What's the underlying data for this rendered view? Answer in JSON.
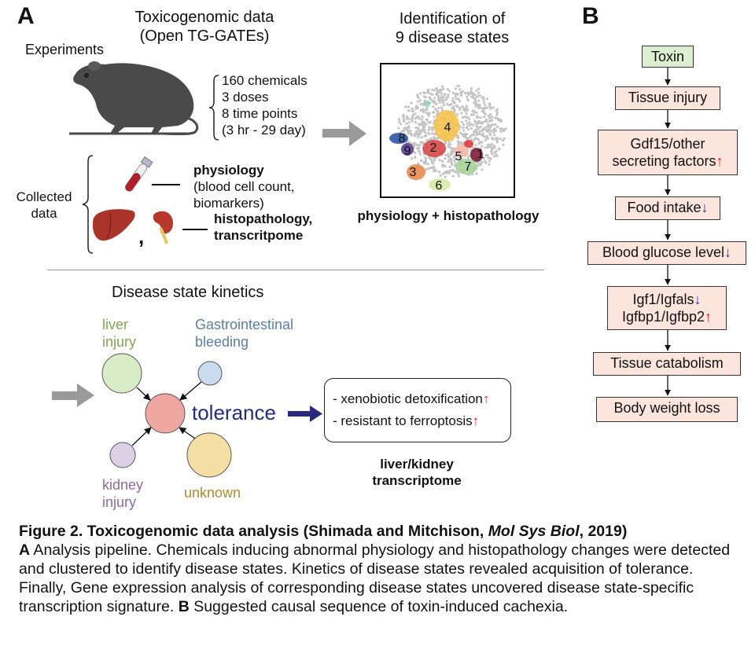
{
  "panel_a": {
    "label": "A",
    "toxico_title_line1": "Toxicogenomic data",
    "toxico_title_line2": "(Open TG-GATEs)",
    "experiments_label": "Experiments",
    "experiment_details": [
      "160 chemicals",
      "3 doses",
      "8 time points",
      "(3 hr - 29 day)"
    ],
    "collected_label_line1": "Collected",
    "collected_label_line2": "data",
    "physiology_title": "physiology",
    "physiology_detail_line1": "(blood cell count,",
    "physiology_detail_line2": "biomarkers)",
    "comma": ",",
    "histo_line1": "histopathology,",
    "histo_line2": "transcritpome",
    "ident_title_line1": "Identification of",
    "ident_title_line2": "9 disease states",
    "ident_caption": "physiology + histopathology",
    "cluster_labels": [
      "1",
      "2",
      "3",
      "4",
      "5",
      "6",
      "7",
      "8",
      "9"
    ],
    "kinetics_title": "Disease state kinetics",
    "liver_injury_line1": "liver",
    "liver_injury_line2": "injury",
    "gi_line1": "Gastrointestinal",
    "gi_line2": "bleeding",
    "kidney_line1": "kidney",
    "kidney_line2": "injury",
    "unknown_label": "unknown",
    "tolerance_label": "tolerance",
    "outcome_item1": "- xenobiotic detoxification",
    "outcome_item2": "- resistant to ferroptosis",
    "up_arrow": "↑",
    "transcriptome_line1": "liver/kidney",
    "transcriptome_line2": "transcriptome",
    "colors": {
      "liver": "#7ea84f",
      "gi": "#5b7ea6",
      "kidney": "#8a6b9c",
      "unknown": "#b38a2a",
      "tolerance": "#2a2a7a",
      "grey_arrow": "#9a9a9a"
    }
  },
  "panel_b": {
    "label": "B",
    "steps": [
      {
        "text": "Toxin"
      },
      {
        "text": "Tissue injury"
      },
      {
        "line1": "Gdf15/other",
        "line2": "secreting factors",
        "arrow2": "↑"
      },
      {
        "text": "Food intake",
        "arrow": "↓"
      },
      {
        "text": "Blood glucose level",
        "arrow": "↓"
      },
      {
        "line1": "Igf1/Igfals",
        "arrow1": "↓",
        "line2": "Igfbp1/Igfbp2",
        "arrow2": "↑"
      },
      {
        "text": "Tissue catabolism"
      },
      {
        "text": "Body weight loss"
      }
    ]
  },
  "caption": {
    "title_part1": "Figure 2. Toxicogenomic data analysis (Shimada and Mitchison, ",
    "title_italic": "Mol Sys Biol",
    "title_part2": ", 2019)",
    "a_label": "A",
    "a_text": " Analysis pipeline. Chemicals inducing abnormal physiology and histopathology changes were detected and clustered to identify disease states. Kinetics of disease states revealed acquisition of tolerance. Finally, Gene expression analysis of corresponding disease states uncovered disease state-specific transcription signature. ",
    "b_label": "B",
    "b_text": " Suggested causal sequence of toxin-induced cachexia."
  }
}
